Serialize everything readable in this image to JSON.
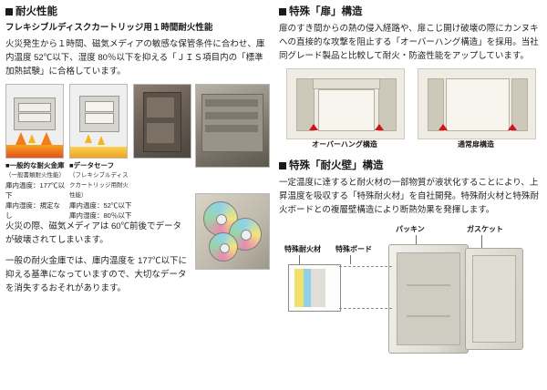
{
  "left": {
    "section_heading": "耐火性能",
    "sub_heading": "フレキシブルディスクカートリッジ用１時間耐火性能",
    "paragraph1": "火災発生から１時間、磁気メディアの敏感な保管条件に合わせ、庫内温度 52℃以下、湿度 80％以下を抑える「ＪＩＳ項目内の「標準加熱試験」に合格しています。",
    "figure_captions": [
      {
        "name": "caption-general-safe",
        "title": "■一般的な耐火金庫",
        "sub": "（一般書類耐火性能）",
        "lines": [
          "庫内温度：177℃以下",
          "庫内湿度：規定なし"
        ]
      },
      {
        "name": "caption-data-safe",
        "title": "■データセーフ",
        "sub": "（フレキシブルディスクカートリッジ用耐火性能）",
        "lines": [
          "庫内温度：52℃以下",
          "庫内湿度：80％以下"
        ]
      }
    ],
    "paragraph2": "火災の際、磁気メディアは 60℃前後でデータが破壊されてしまいます。",
    "paragraph3": "一般の耐火金庫では、庫内温度を 177℃以下に抑える基準になっていますので、大切なデータを消失するおそれがあります。"
  },
  "right": {
    "section1_heading": "特殊「扉」構造",
    "section1_text": "扉のすき間からの熱の侵入経路や、扉こじ開け破壊の際にカンヌキへの直接的な攻撃を阻止する「オーバーハング構造」を採用。当社同グレード製品と比較して耐火・防盗性能をアップしています。",
    "door_captions": [
      {
        "name": "overhang-structure-caption",
        "label": "オーバーハング構造"
      },
      {
        "name": "normal-door-structure-caption",
        "label": "通常扉構造"
      }
    ],
    "section2_heading": "特殊「耐火壁」構造",
    "section2_text": "一定温度に達すると耐火材の一部物質が液状化することにより、上昇温度を吸収する「特殊耐火材」を自社開発。特殊耐火材と特殊耐火ボードとの複層壁構造により断熱効果を発揮します。",
    "safe_labels": [
      {
        "name": "packing-label",
        "label": "パッキン"
      },
      {
        "name": "gasket-label",
        "label": "ガスケット"
      },
      {
        "name": "special-fireproof-material-label",
        "label": "特殊耐火材"
      },
      {
        "name": "special-board-label",
        "label": "特殊ボード"
      }
    ]
  },
  "colors": {
    "accent_red": "#cc0000",
    "arrow_red": "#d4121a",
    "text": "#231f20"
  }
}
